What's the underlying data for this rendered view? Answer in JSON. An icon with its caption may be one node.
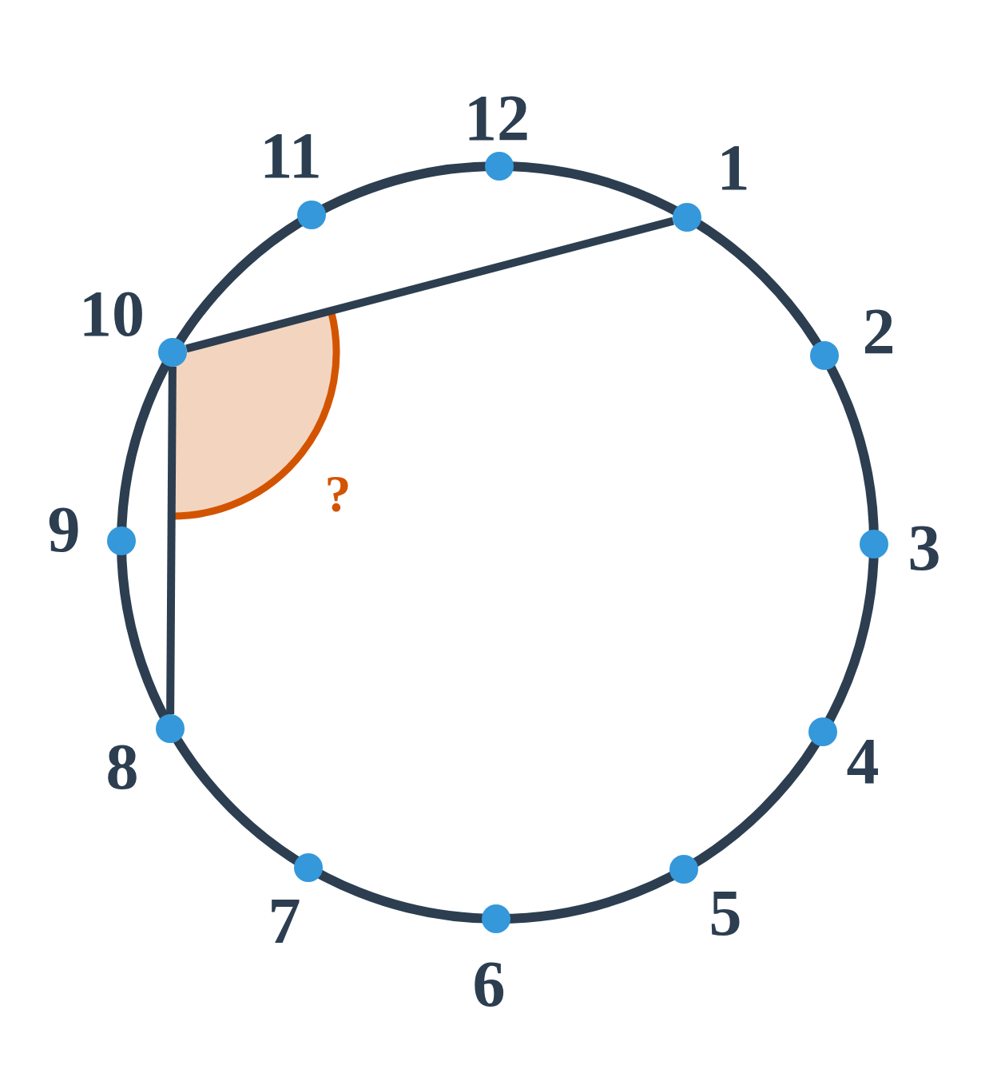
{
  "diagram": {
    "nodes": [
      {
        "text": [],
        "shape": "circle",
        "beside": [
          "12"
        ]
      },
      {
        "text": [],
        "shape": "circle",
        "beside": [
          "1"
        ]
      },
      {
        "text": [],
        "shape": "circle",
        "beside": [
          "2"
        ]
      },
      {
        "text": [],
        "shape": "circle",
        "beside": [
          "3"
        ]
      },
      {
        "text": [],
        "shape": "circle",
        "beside": [
          "4"
        ]
      },
      {
        "text": [],
        "shape": "circle",
        "beside": [
          "5"
        ]
      },
      {
        "text": [],
        "shape": "circle",
        "beside": [
          "6"
        ]
      },
      {
        "text": [],
        "shape": "circle",
        "beside": [
          "7"
        ]
      },
      {
        "text": [],
        "shape": "circle",
        "beside": [
          "8"
        ]
      },
      {
        "text": [],
        "shape": "circle",
        "beside": [
          "9"
        ]
      },
      {
        "text": [],
        "shape": "circle",
        "beside": [
          "10"
        ]
      },
      {
        "text": [],
        "shape": "circle",
        "beside": [
          "11"
        ]
      }
    ],
    "edges": [
      {
        "from": 10,
        "to": 1,
        "arrow": "none"
      },
      {
        "from": 10,
        "to": 8,
        "arrow": "none"
      }
    ],
    "labels": [
      "?"
    ]
  }
}
